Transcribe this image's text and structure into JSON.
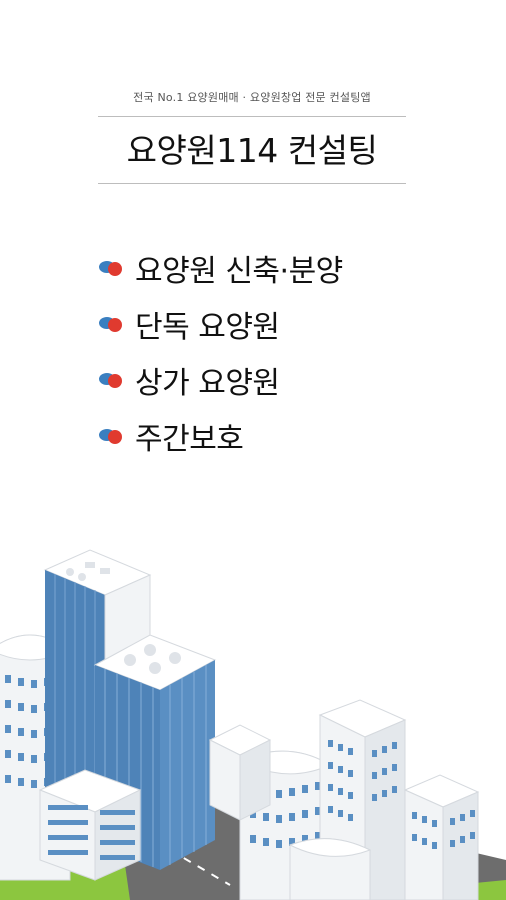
{
  "header": {
    "tagline": "전국 No.1  요양원매매 · 요양원창업 전문 컨설팅앱",
    "title": "요양원114 컨설팅"
  },
  "menu": {
    "items": [
      {
        "label": "요양원 신축·분양",
        "icon": "red-blue-dot-icon"
      },
      {
        "label": "단독 요양원",
        "icon": "red-blue-dot-icon"
      },
      {
        "label": "상가 요양원",
        "icon": "red-blue-dot-icon"
      },
      {
        "label": "주간보호",
        "icon": "red-blue-dot-icon"
      }
    ]
  },
  "colors": {
    "bullet_red": "#e03a2f",
    "bullet_blue": "#3a7fc0",
    "rule": "#bdbdbd",
    "building_glass": "#4e83b8",
    "building_white": "#f2f4f6",
    "grass": "#8cc63f",
    "road": "#6d6d6d"
  },
  "illustration": {
    "icon": "isometric-city-illustration"
  }
}
